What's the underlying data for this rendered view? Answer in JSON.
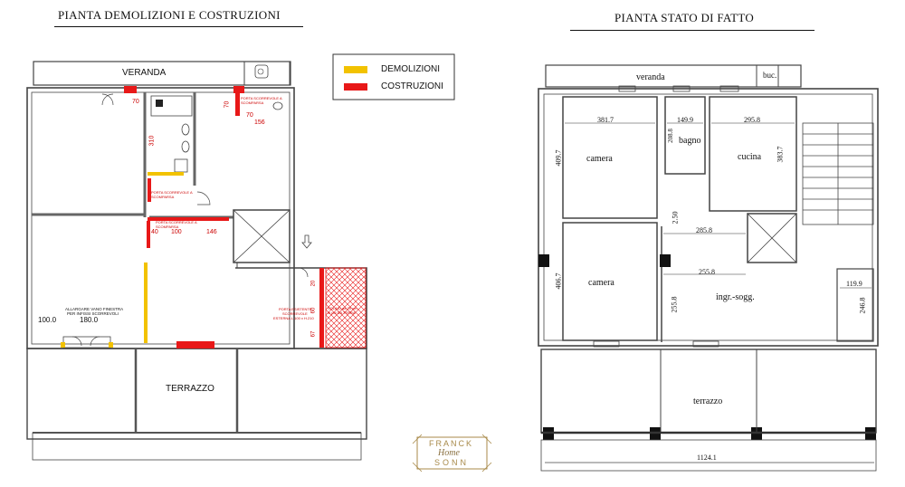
{
  "left": {
    "title": "PIANTA DEMOLIZIONI E COSTRUZIONI",
    "legend": [
      {
        "label": "DEMOLIZIONI",
        "color": "#f2c200"
      },
      {
        "label": "COSTRUZIONI",
        "color": "#e81818"
      }
    ],
    "rooms": {
      "veranda": "VERANDA",
      "terrazzo": "TERRAZZO"
    },
    "dimensions": {
      "d70a": "70",
      "d70b": "70",
      "d70c": "70",
      "d310": "310",
      "d156": "156",
      "d40": "40",
      "d100": "100",
      "d146": "146",
      "d100_0": "100.0",
      "d180_0": "180.0",
      "d20": "20",
      "d60": "60",
      "d67": "67"
    },
    "notes": {
      "porta_scorrevole_1": "PORTA SCORREVOLE A SCOMPARSA",
      "porta_scorrevole_2": "PORTA SCORREVOLE A SCOMPARSA",
      "porta_scorrevole_3": "PORTA SCORREVOLE A SCOMPARSA",
      "allargare_1": "ALLARGARE VANO FINESTRA",
      "allargare_2": "PER INFISSI SCORREVOLI",
      "porta_esistente_1": "PORTA ESISTENTE",
      "porta_esistente_2": "SCORREVOLE",
      "porta_esistente_3": "ESTERNA L.100 x H.210",
      "solaio_1": "SOLAIO da 70 cm",
      "solaio_2": "in poi DA TERRA"
    }
  },
  "right": {
    "title": "PIANTA STATO DI FATTO",
    "rooms": {
      "veranda": "veranda",
      "buc": "buc.",
      "camera_top": "camera",
      "bagno": "bagno",
      "cucina": "cucina",
      "camera_bottom": "camera",
      "ingr_sogg": "ingr.-sogg.",
      "terrazzo": "terrazzo"
    },
    "dimensions": {
      "d381_7": "381.7",
      "d149_9": "149.9",
      "d295_8": "295.8",
      "d409_7": "409.7",
      "d208_8": "208.8",
      "d383_7": "383.7",
      "d2_50": "2.50",
      "d285_8": "285.8",
      "d255_8_h": "255.8",
      "d406_7": "406.7",
      "d119_9": "119.9",
      "d246_8": "246.8",
      "d255_8_v": "255.8",
      "d1124_1": "1124.1"
    }
  },
  "logo": {
    "line1": "FRANCK",
    "line2": "Home",
    "line3": "SONN"
  }
}
